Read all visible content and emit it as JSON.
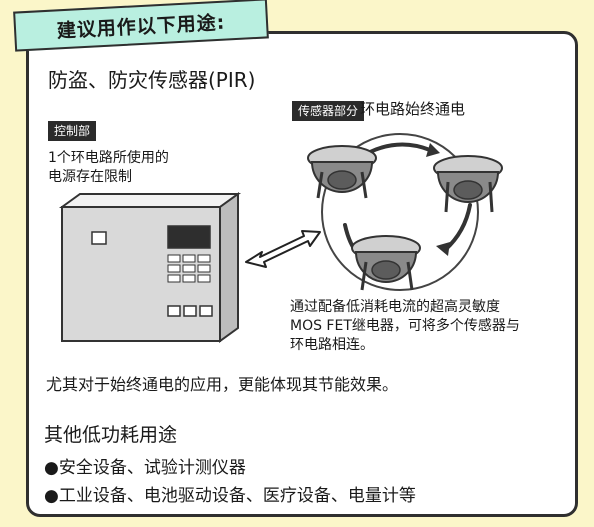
{
  "banner": "建议用作以下用途:",
  "title": "防盗、防灾传感器(PIR)",
  "control_tag": "控制部",
  "control_note": [
    "1个环电路所使用的",
    "电源存在限制"
  ],
  "sensor_tag": "传感器部分",
  "ring_text": "环电路始终通电",
  "sensor_note": [
    "通过配备低消耗电流的超高灵敏度",
    "MOS FET继电器，可将多个传感器与",
    "环电路相连。"
  ],
  "bottom_note": "尤其对于始终通电的应用，更能体现其节能效果。",
  "other_title": "其他低功耗用途",
  "bullets": [
    "●安全设备、试验计测仪器",
    "●工业设备、电池驱动设备、医疗设备、电量计等"
  ],
  "colors": {
    "background": "#fbf6c9",
    "banner": "#b9efe0",
    "panel": "#d9d9d9",
    "dark": "#2f2f2f"
  }
}
